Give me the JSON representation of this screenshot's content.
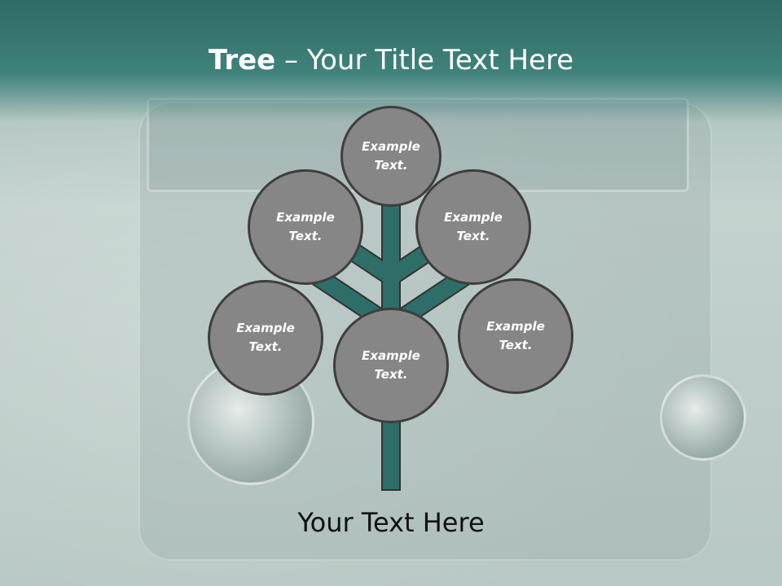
{
  "header": {
    "title_bold": "Tree",
    "title_dash": " – ",
    "title_rest": "Your Title Text Here"
  },
  "tree": {
    "nodes": [
      {
        "id": "top",
        "label": "Example Text."
      },
      {
        "id": "upper-left",
        "label": "Example Text."
      },
      {
        "id": "upper-right",
        "label": "Example Text."
      },
      {
        "id": "middle-left",
        "label": "Example Text."
      },
      {
        "id": "center",
        "label": "Example Text."
      },
      {
        "id": "middle-right",
        "label": "Example Text."
      }
    ]
  },
  "caption": "Your Text Here",
  "colors": {
    "header": "#2f6b66",
    "trunk": "#2e6e68",
    "node_fill": "#868686",
    "node_border": "#3e3e3e"
  }
}
